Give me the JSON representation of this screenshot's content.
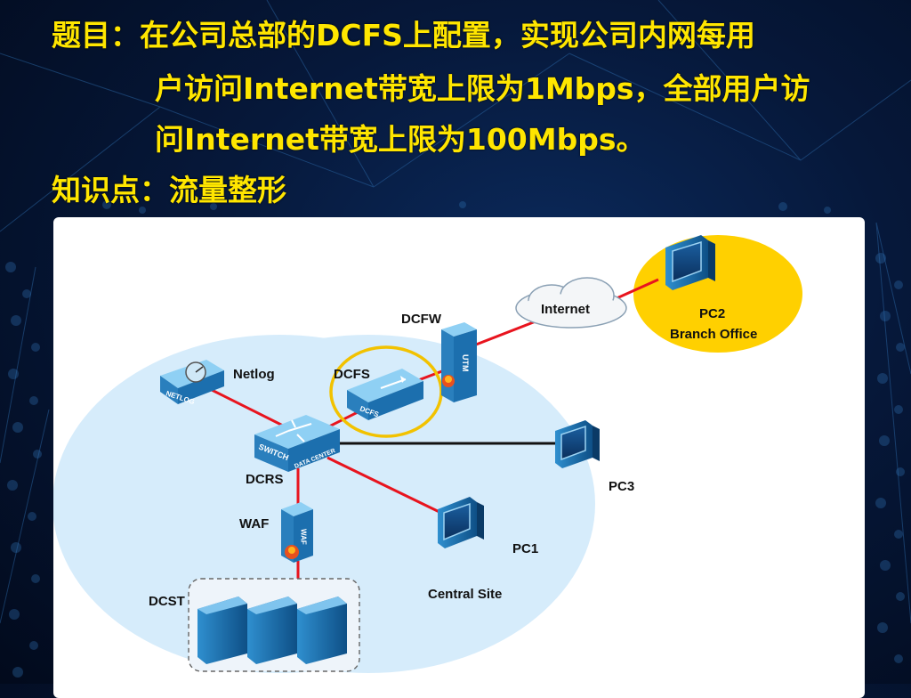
{
  "heading": {
    "line1": "题目：在公司总部的DCFS上配置，实现公司内网每用",
    "line2": "户访问Internet带宽上限为1Mbps，全部用户访",
    "line3": "问Internet带宽上限为100Mbps。",
    "line4": "知识点：流量整形"
  },
  "diagram": {
    "labels": {
      "internet": "Internet",
      "pc2": "PC2",
      "branch_office": "Branch Office",
      "dcfw": "DCFW",
      "netlog": "Netlog",
      "dcfs": "DCFS",
      "dcrs": "DCRS",
      "pc3": "PC3",
      "waf": "WAF",
      "pc1": "PC1",
      "dcst": "DCST",
      "central_site": "Central Site"
    },
    "device_text": {
      "netlog_badge": "NETLOG",
      "dcfs_badge": "DCFS",
      "utm_badge": "UTM",
      "waf_badge": "WAF",
      "switch_text_1": "SWITCH",
      "switch_text_2": "DATA CENTER"
    },
    "colors": {
      "link_red": "#e8141e",
      "link_black": "#111111",
      "central_site_fill": "#d6ecfb",
      "branch_fill": "#ffd000",
      "dcfs_highlight": "#f2c200",
      "heading_yellow": "#ffe600"
    }
  }
}
